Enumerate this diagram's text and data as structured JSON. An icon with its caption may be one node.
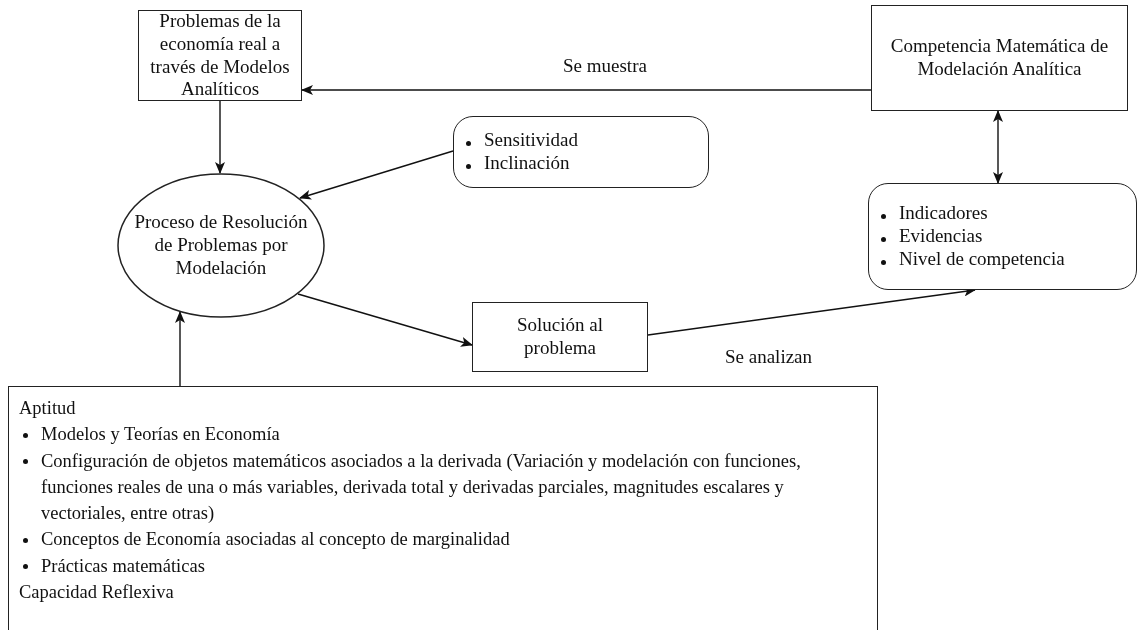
{
  "diagram": {
    "nodes": [
      {
        "text": [
          "Problemas de la economía real a través de Modelos Analíticos"
        ]
      },
      {
        "text": [
          "Competencia Matemática de Modelación Analítica"
        ]
      },
      {
        "text": [
          "Sensitividad",
          "Inclinación"
        ]
      },
      {
        "text": [
          "Proceso de Resolución de Problemas por Modelación"
        ]
      },
      {
        "text": [
          "Indicadores",
          "Evidencias",
          "Nivel de competencia"
        ]
      },
      {
        "text": [
          "Solución al problema"
        ]
      },
      {
        "text": [
          "Aptitud",
          "Modelos y Teorías en Economía",
          "Configuración de objetos matemáticos asociados a la derivada (Variación y modelación con funciones, funciones reales de una o más variables, derivada total y derivadas parciales, magnitudes escalares y vectoriales, entre otras)",
          "Conceptos de Economía asociadas al concepto de marginalidad",
          "Prácticas matemáticas",
          "Capacidad Reflexiva"
        ]
      }
    ],
    "edges": [
      {
        "from": 1,
        "to": 0,
        "arrow": "to",
        "label": "Se muestra"
      },
      {
        "from": 0,
        "to": 3,
        "arrow": "to"
      },
      {
        "from": 2,
        "to": 3,
        "arrow": "to"
      },
      {
        "from": 1,
        "to": 4,
        "arrow": "both"
      },
      {
        "from": 3,
        "to": 5,
        "arrow": "to"
      },
      {
        "from": 5,
        "to": 4,
        "arrow": "to",
        "label": "Se analizan"
      },
      {
        "from": 6,
        "to": 3,
        "arrow": "to"
      }
    ]
  }
}
